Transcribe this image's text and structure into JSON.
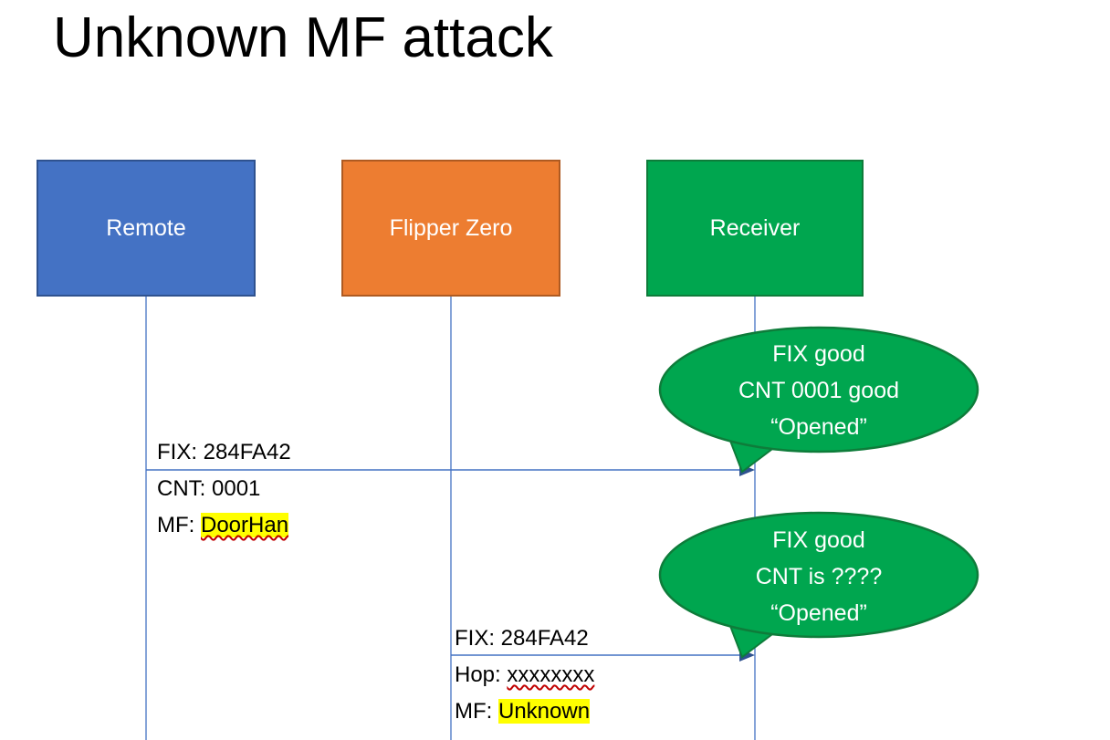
{
  "title": "Unknown MF attack",
  "actors": [
    {
      "label": "Remote",
      "fill": "#4472C4",
      "border": "#2F528F"
    },
    {
      "label": "Flipper Zero",
      "fill": "#ED7D31",
      "border": "#AE5A21"
    },
    {
      "label": "Receiver",
      "fill": "#00A64F",
      "border": "#0E7C3A"
    }
  ],
  "messages": [
    {
      "from": "Remote",
      "to": "Receiver",
      "lines": [
        {
          "prefix": "FIX: ",
          "value": "284FA42"
        },
        {
          "prefix": "CNT: ",
          "value": "0001"
        },
        {
          "prefix": "MF: ",
          "value": "DoorHan"
        }
      ]
    },
    {
      "from": "Flipper Zero",
      "to": "Receiver",
      "lines": [
        {
          "prefix": "FIX: ",
          "value": "284FA42"
        },
        {
          "prefix": "Hop: ",
          "value": "xxxxxxxx"
        },
        {
          "prefix": "MF: ",
          "value": "Unknown"
        }
      ]
    }
  ],
  "callouts": [
    {
      "lines": [
        "FIX good",
        "CNT 0001 good",
        "“Opened”"
      ]
    },
    {
      "lines": [
        "FIX good",
        "CNT is ????",
        "“Opened”"
      ]
    }
  ],
  "colors": {
    "accent_blue": "#4472C4",
    "accent_orange": "#ED7D31",
    "accent_green": "#00A64F",
    "highlight_yellow": "#FFFF00",
    "spellcheck_red": "#C00000",
    "lifeline_blue": "#4472C4"
  }
}
